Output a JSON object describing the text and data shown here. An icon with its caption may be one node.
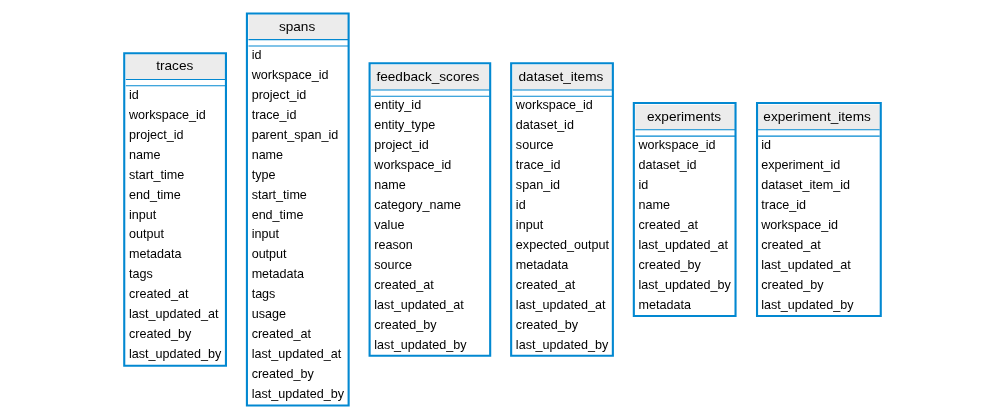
{
  "diagram": {
    "nodes": [
      {
        "text": [
          "traces",
          "id",
          "workspace_id",
          "project_id",
          "name",
          "start_time",
          "end_time",
          "input",
          "output",
          "metadata",
          "tags",
          "created_at",
          "last_updated_at",
          "created_by",
          "last_updated_by"
        ]
      },
      {
        "text": [
          "spans",
          "id",
          "workspace_id",
          "project_id",
          "trace_id",
          "parent_span_id",
          "name",
          "type",
          "start_time",
          "end_time",
          "input",
          "output",
          "metadata",
          "tags",
          "usage",
          "created_at",
          "last_updated_at",
          "created_by",
          "last_updated_by"
        ]
      },
      {
        "text": [
          "feedback_scores",
          "entity_id",
          "entity_type",
          "project_id",
          "workspace_id",
          "name",
          "category_name",
          "value",
          "reason",
          "source",
          "created_at",
          "last_updated_at",
          "created_by",
          "last_updated_by"
        ]
      },
      {
        "text": [
          "dataset_items",
          "workspace_id",
          "dataset_id",
          "source",
          "trace_id",
          "span_id",
          "id",
          "input",
          "expected_output",
          "metadata",
          "created_at",
          "last_updated_at",
          "created_by",
          "last_updated_by"
        ]
      },
      {
        "text": [
          "experiments",
          "workspace_id",
          "dataset_id",
          "id",
          "name",
          "created_at",
          "last_updated_at",
          "created_by",
          "last_updated_by",
          "metadata"
        ]
      },
      {
        "text": [
          "experiment_items",
          "id",
          "experiment_id",
          "dataset_item_id",
          "trace_id",
          "workspace_id",
          "created_at",
          "last_updated_at",
          "created_by",
          "last_updated_by"
        ]
      }
    ]
  }
}
